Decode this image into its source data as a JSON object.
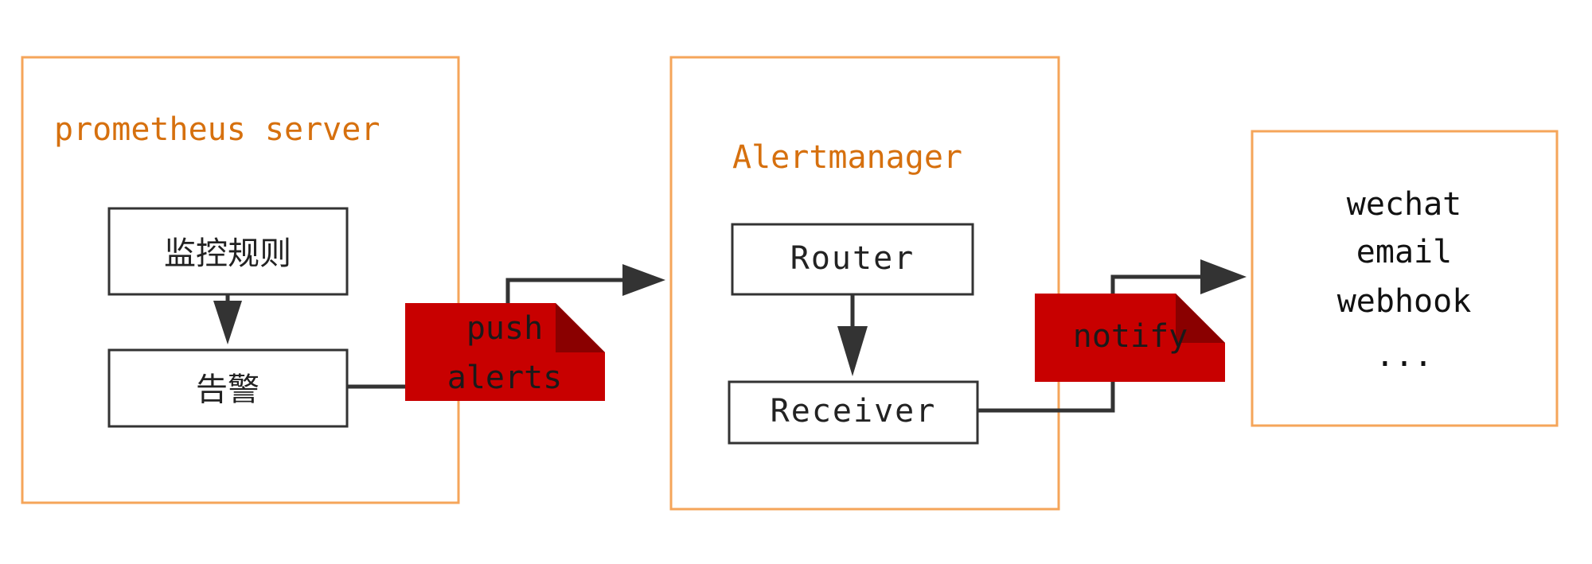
{
  "groups": {
    "prometheus": {
      "title": "prometheus server"
    },
    "alertmanager": {
      "title": "Alertmanager"
    }
  },
  "nodes": {
    "rules": "监控规则",
    "alert": "告警",
    "router": "Router",
    "receiver": "Receiver"
  },
  "notes": {
    "push": [
      "push",
      "alerts"
    ],
    "notify": [
      "notify"
    ]
  },
  "channels": [
    "wechat",
    "email",
    "webhook",
    "..."
  ],
  "colors": {
    "group_border": "#f5a55a",
    "group_title": "#d6700e",
    "note_fill": "#c80000",
    "note_fold": "#8a0000",
    "line": "#333333"
  }
}
